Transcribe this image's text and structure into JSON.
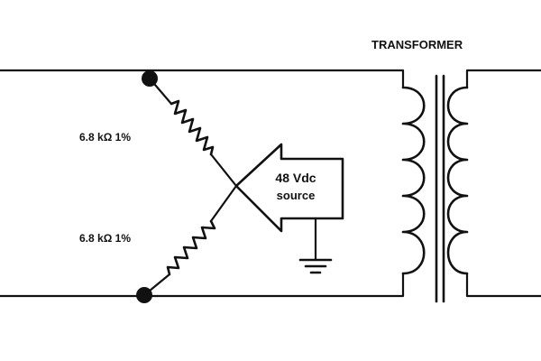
{
  "diagram": {
    "transformer_label": "TRANSFORMER",
    "resistor_top_label": "6.8 kΩ 1%",
    "resistor_bottom_label": "6.8 kΩ 1%",
    "source_line1": "48 Vdc",
    "source_line2": "source"
  },
  "icons": {
    "junction": "junction-dot-icon",
    "resistor": "resistor-icon",
    "ground": "ground-icon",
    "coil": "transformer-coil-icon"
  },
  "colors": {
    "ink": "#111111",
    "background": "#ffffff"
  }
}
